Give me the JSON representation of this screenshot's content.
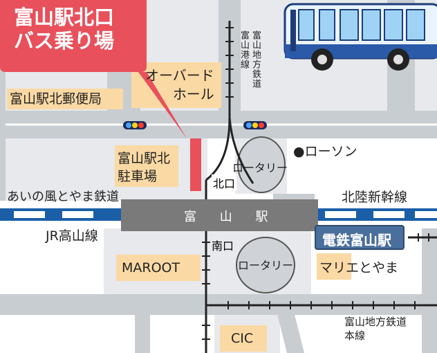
{
  "callout": {
    "line1": "富山駅北口",
    "line2": "バス乗り場"
  },
  "station": {
    "name": "富 山 駅",
    "north_exit": "北口",
    "south_exit": "南口"
  },
  "colors": {
    "accent": "#e8505b",
    "road": "#c8cdd2",
    "block": "#e7e9ec",
    "highlight": "#fbd9a4",
    "station": "#7a7a7a",
    "rail_blue": "#1a5fa8",
    "densha": "#4a6f9c"
  },
  "labels": {
    "post_office": "富山駅北郵便局",
    "orbard": "オーバード\nホール",
    "parking": "富山駅北\n駐車場",
    "rotary_north": "ロータリー",
    "rotary_south": "ロータリー",
    "lawson": "●ローソン",
    "ainokaze": "あいの風とやま鉄道",
    "hokuriku": "北陸新幹線",
    "jr_takayama": "JR高山線",
    "densha_station": "電鉄富山駅",
    "maroot": "MAROOT",
    "marie": "マリエとやま",
    "cic": "CIC",
    "port_line": "富山港線",
    "chitetsu_port": "富山地方鉄道",
    "chitetsu_main_1": "富山地方鉄道",
    "chitetsu_main_2": "本線"
  },
  "icons": [
    "bus-icon",
    "traffic-signal-icon"
  ]
}
